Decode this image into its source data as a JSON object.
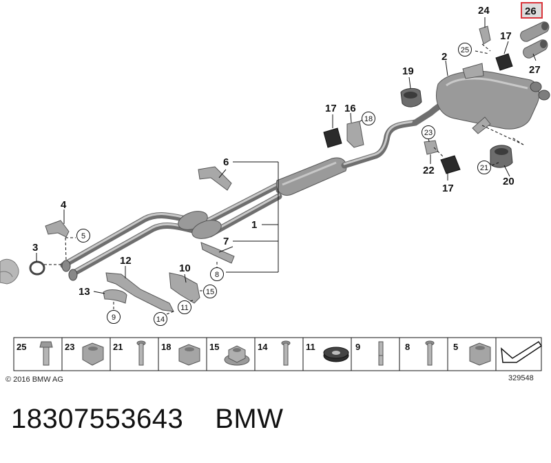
{
  "diagram": {
    "callouts": {
      "c1": "1",
      "c2": "2",
      "c3": "3",
      "c4": "4",
      "c6": "6",
      "c7": "7",
      "c10": "10",
      "c12": "12",
      "c13": "13",
      "c16": "16",
      "c17a": "17",
      "c17b": "17",
      "c17c": "17",
      "c19": "19",
      "c20": "20",
      "c22": "22",
      "c24": "24",
      "c26": "26",
      "c27": "27"
    },
    "circled": {
      "r5": "5",
      "r8": "8",
      "r9": "9",
      "r11": "11",
      "r14": "14",
      "r15": "15",
      "r18": "18",
      "r21": "21",
      "r23": "23",
      "r25": "25"
    },
    "highlight_color": "#d9343a"
  },
  "parts_strip": [
    {
      "num": "25",
      "icon": "bolt-icon"
    },
    {
      "num": "23",
      "icon": "hex-nut-icon"
    },
    {
      "num": "21",
      "icon": "bolt-icon"
    },
    {
      "num": "18",
      "icon": "hex-nut-icon"
    },
    {
      "num": "15",
      "icon": "flange-nut-icon"
    },
    {
      "num": "14",
      "icon": "bolt-icon"
    },
    {
      "num": "11",
      "icon": "washer-icon"
    },
    {
      "num": "9",
      "icon": "stud-icon"
    },
    {
      "num": "8",
      "icon": "bolt-icon"
    },
    {
      "num": "5",
      "icon": "hex-nut-icon"
    },
    {
      "num": "",
      "icon": "arrow-icon"
    }
  ],
  "footer": {
    "copyright": "© 2016 BMW AG",
    "drawing_number": "329548"
  },
  "caption": {
    "part_number": "18307553643",
    "brand": "BMW"
  }
}
